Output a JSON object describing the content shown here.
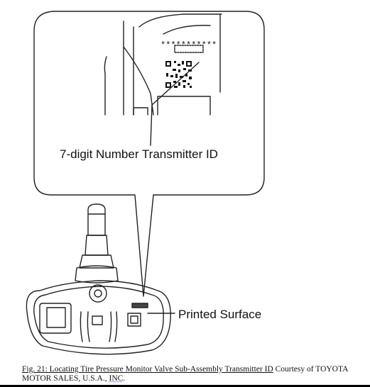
{
  "callout": {
    "label": "7-digit Number Transmitter ID",
    "code_text": "***********"
  },
  "sensor": {
    "surface_label": "Printed Surface"
  },
  "caption": {
    "figure_title": "Fig. 21: Locating Tire Pressure Monitor Valve Sub-Assembly Transmitter ID",
    "credit_text": "Courtesy of TOYOTA MOTOR SALES, U.S.A., ",
    "credit_suffix": "INC",
    "end_text": "."
  },
  "colors": {
    "line": "#222222",
    "background": "#ffffff"
  }
}
